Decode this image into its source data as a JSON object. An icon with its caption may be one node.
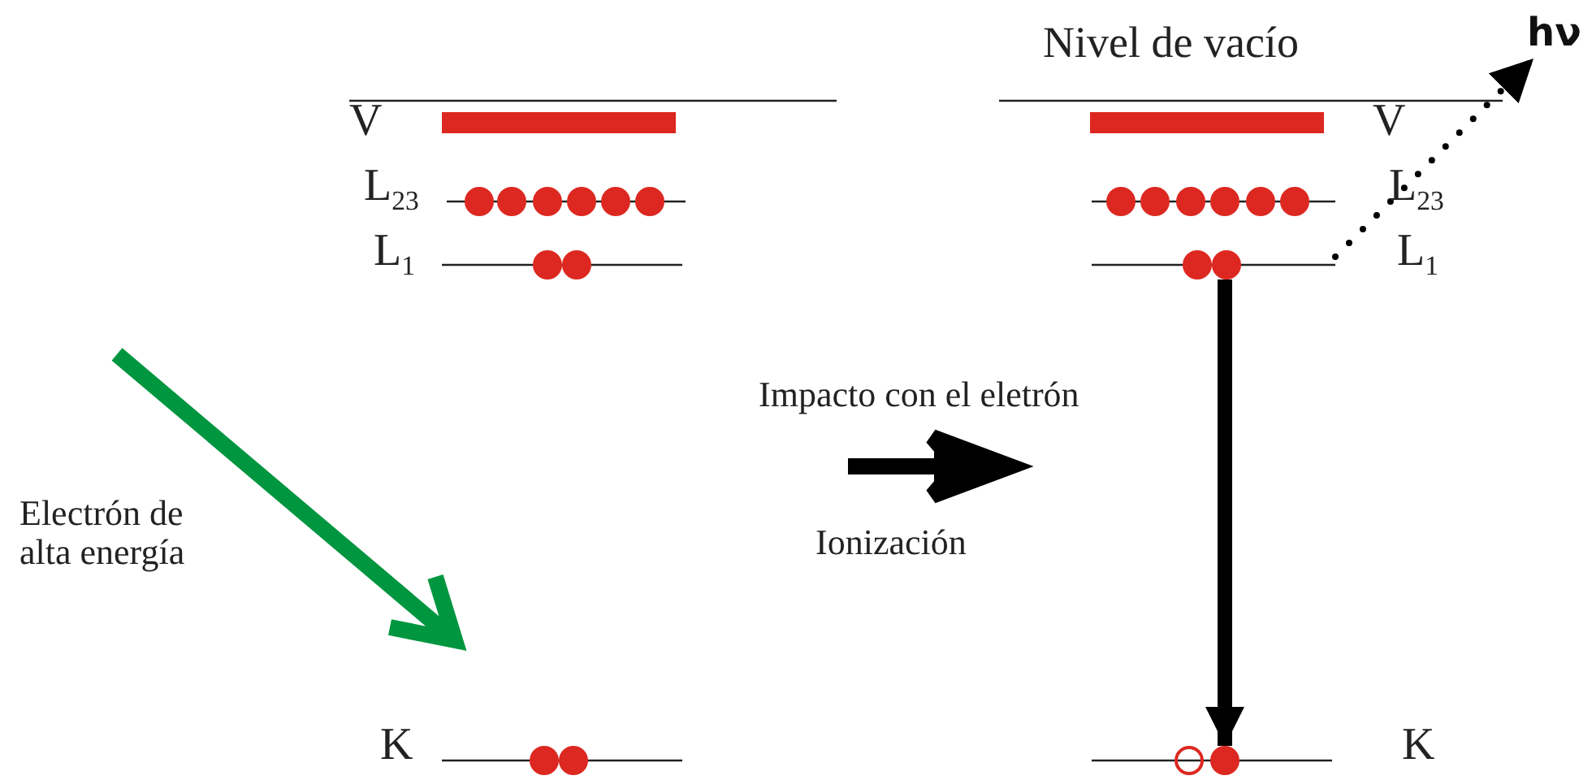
{
  "diagram": {
    "nodes": [
      {
        "text": [],
        "shape": "circle"
      },
      {
        "text": [],
        "shape": "circle"
      },
      {
        "text": [
          "hν"
        ]
      }
    ],
    "edges": [
      {
        "from": 0,
        "to": 1,
        "arrow": "to",
        "style": "thick"
      },
      {
        "from": null,
        "to": 2,
        "arrow": "to",
        "style": "dashed"
      }
    ],
    "labels": [
      "V",
      "L$_{23}$",
      "L$_{1}$",
      "Nivel de vacío",
      "V",
      "L$_{23}$",
      "L$_{1}$",
      "Impacto con el eletrón",
      "Electrón de alta energía",
      "Ionización",
      "K",
      "K"
    ]
  }
}
